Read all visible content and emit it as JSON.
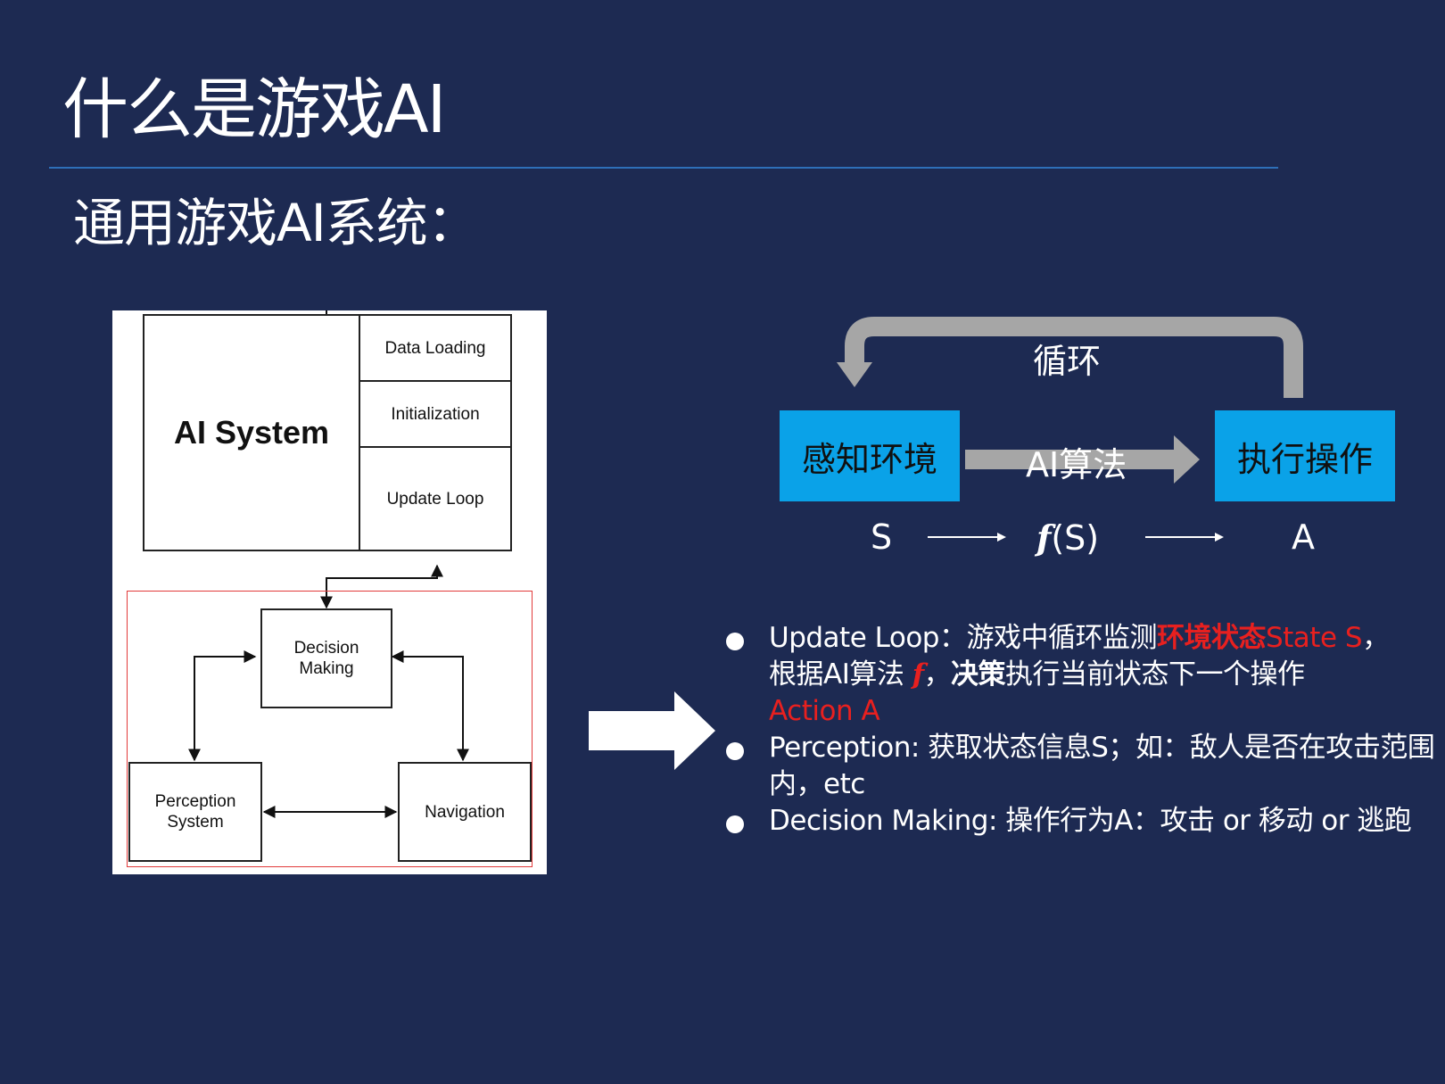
{
  "slide": {
    "title": "什么是游戏AI",
    "subtitle": "通用游戏AI系统："
  },
  "architecture": {
    "ai_system": "AI System",
    "data_loading": "Data Loading",
    "initialization": "Initialization",
    "update_loop": "Update Loop",
    "decision": [
      "Decision",
      "Making"
    ],
    "perception": [
      "Perception",
      "System"
    ],
    "navigation": "Navigation"
  },
  "flow": {
    "loop_label": "循环",
    "perceive": "感知环境",
    "algorithm": "AI算法",
    "execute": "执行操作",
    "state_symbol": "S",
    "function_f": "f",
    "function_arg": "(S)",
    "action_symbol": "A",
    "node_color": "#0aa2e8",
    "arrow_color": "#a6a6a6"
  },
  "bullets": {
    "item1": {
      "p1": "Update Loop：游戏中循环监测",
      "p2": "环境状态",
      "p3": "State  S",
      "p4": "，",
      "p5": "根据AI算法 ",
      "p6": "f",
      "p7": "，",
      "p8": "决策",
      "p9": "执行当前状态下一个操作",
      "p10": "Action A"
    },
    "item2": "Perception: 获取状态信息S；如：敌人是否在攻击范围内，etc",
    "item3": "Decision Making: 操作行为A：攻击 or 移动 or 逃跑"
  },
  "colors": {
    "background": "#1d2a52",
    "highlight": "#e8201f",
    "rule": "#2e6fb8"
  }
}
